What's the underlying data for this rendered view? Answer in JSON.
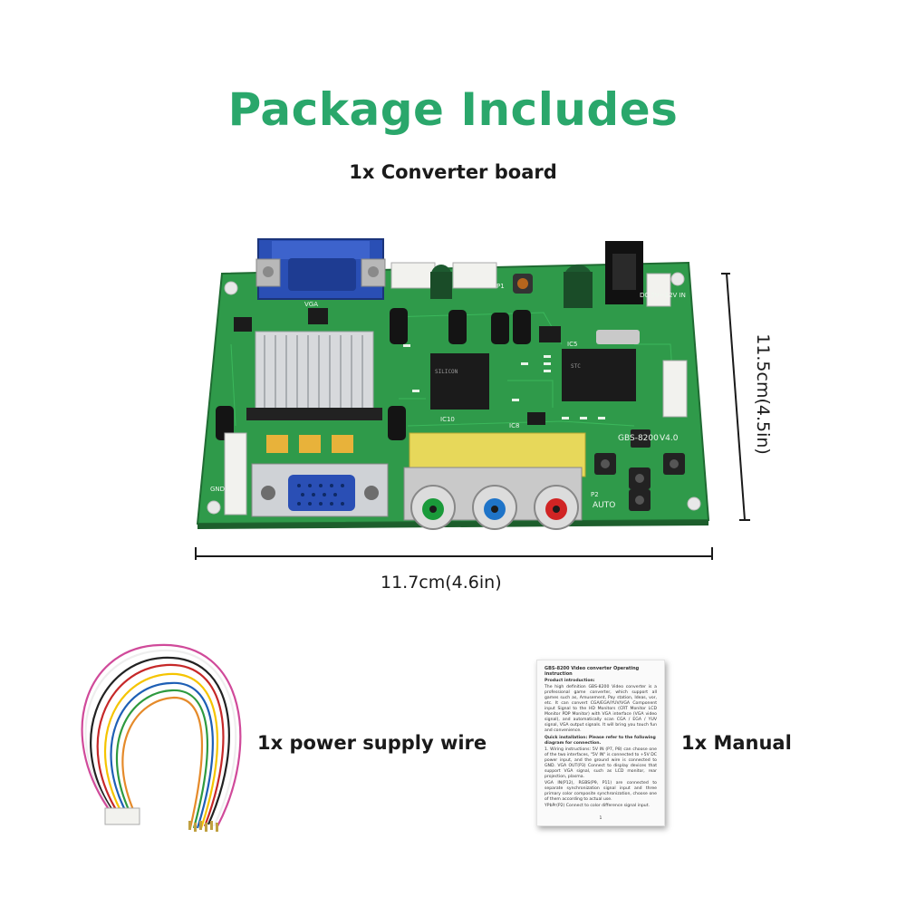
{
  "title": "Package Includes",
  "items": {
    "board": "1x Converter board",
    "wire": "1x power supply wire",
    "manual": "1x Manual"
  },
  "dimensions": {
    "width": "11.7cm(4.6in)",
    "height": "11.5cm(4.5in)"
  },
  "board_markings": {
    "model": "GBS-8200",
    "version": "V4.0",
    "auto_button": "AUTO",
    "dc_input": "DC 5V~12V IN",
    "vga_in": "VGA",
    "ic_main": "IC10",
    "ic_mcu": "IC5",
    "ic_small": "IC8",
    "p1": "P1",
    "p2": "P2",
    "gnd": "GND"
  },
  "manual_page": {
    "heading": "GBS-8200 Video converter Operating instruction",
    "intro_heading": "Product introduction:",
    "intro_text": "The high definition GBS-8200 Video converter is a professional game converter, which support all games such as, Amusement, Pay station, Ideas, vor, etc. It can convert CGA/EGA/YUV/VGA Component input Signal to the HD Monitors (CRT Monitor LCD Monitor PDP Monitor) with VGA interface (VGA video signal), and automatically scan CGA / EGA / YUV signal, VGA output signals. It will bring you touch fun and convenience.",
    "install_heading": "Quick installation: Please refer to the following diagram for connection.",
    "step1": "1. Wiring instructions: 5V IN (P7, P8) can choose one of the two interfaces, \"5V IN\" is connected to +5V DC power input, and the ground wire is connected to GND. VGA OUT(P3) Connect to display devices that support VGA signal, such as LCD monitor, rear projection, plasma.",
    "step2": "VGA IN(P12), RGBS(P9, P11) are connected to separate synchronization signal input and three primary color composite synchronization, choose one of them according to actual use.",
    "step3": "YPbPr(P2) Connect to color difference signal input.",
    "page_number": "1"
  },
  "colors": {
    "title": "#2aa76b",
    "pcb": "#2f9a4a",
    "vga_connector": "#2a4fb5",
    "rca_green": "#1a9a3a",
    "rca_blue": "#1f74c8",
    "rca_red": "#d02424"
  }
}
